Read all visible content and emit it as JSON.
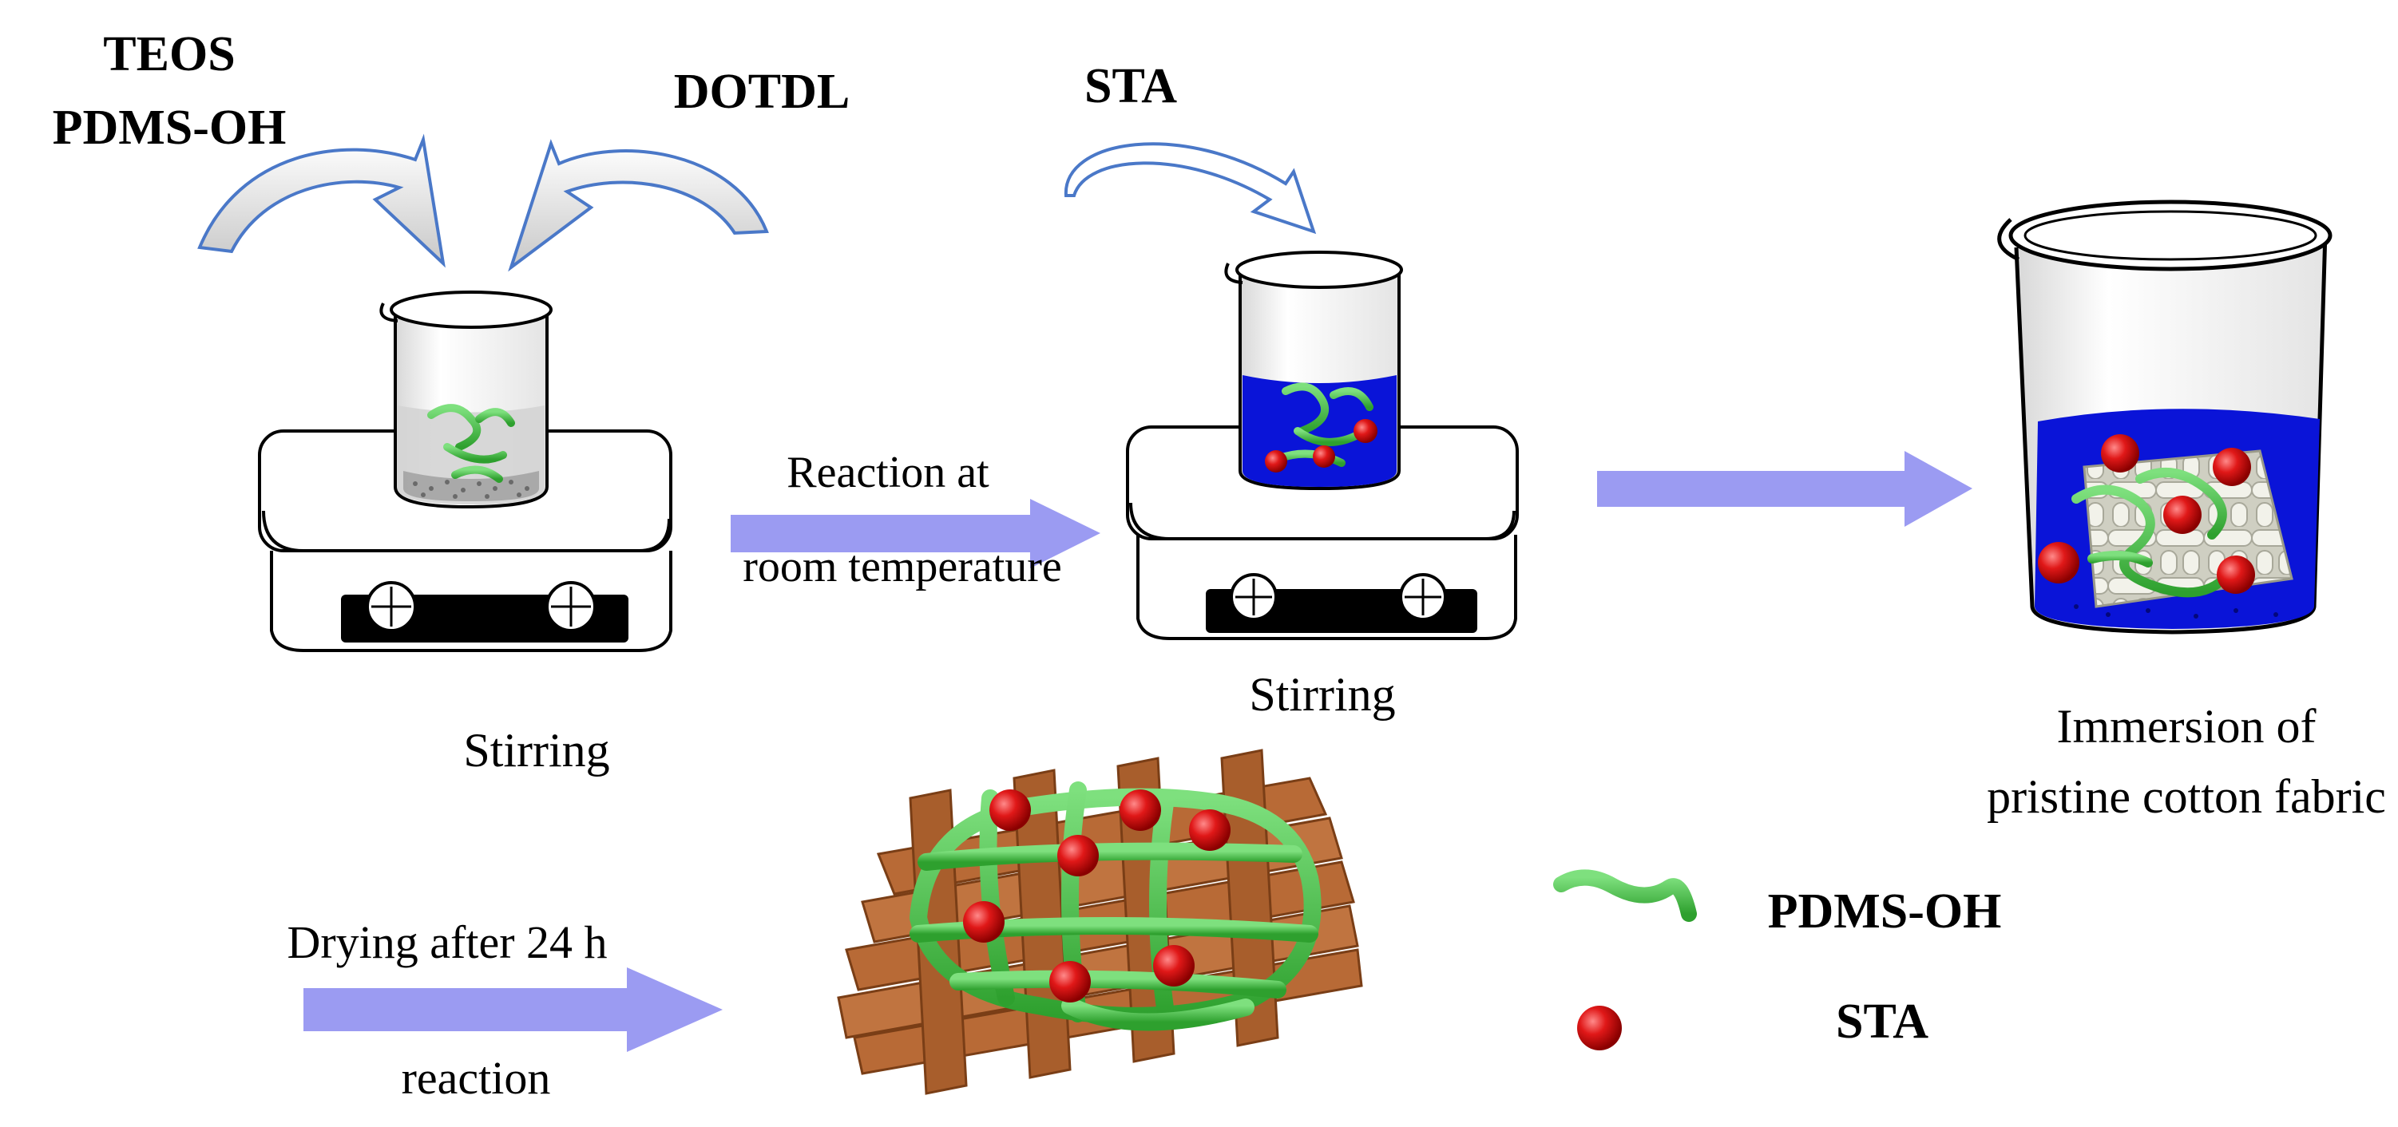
{
  "reagents": {
    "teos": "TEOS",
    "pdms": "PDMS-OH",
    "dotdl": "DOTDL",
    "sta": "STA"
  },
  "steps": {
    "stirring_1": "Stirring",
    "reaction_line1": "Reaction at",
    "reaction_line2": "room temperature",
    "stirring_2": "Stirring",
    "immersion_line1": "Immersion of",
    "immersion_line2": "pristine cotton fabric",
    "drying_line1": "Drying after 24 h",
    "drying_line2": "reaction"
  },
  "legend": {
    "pdms_label": "PDMS-OH",
    "sta_label": "STA"
  },
  "colors": {
    "process_arrow": "#9b9bf2",
    "curved_arrow": "#4a78c8",
    "solution": "#0a14d8",
    "pdms_chain": "#3fc63f",
    "sta_particle": "#e01818",
    "cotton_white": "#e8e8dc",
    "cotton_brown": "#b86a36"
  }
}
